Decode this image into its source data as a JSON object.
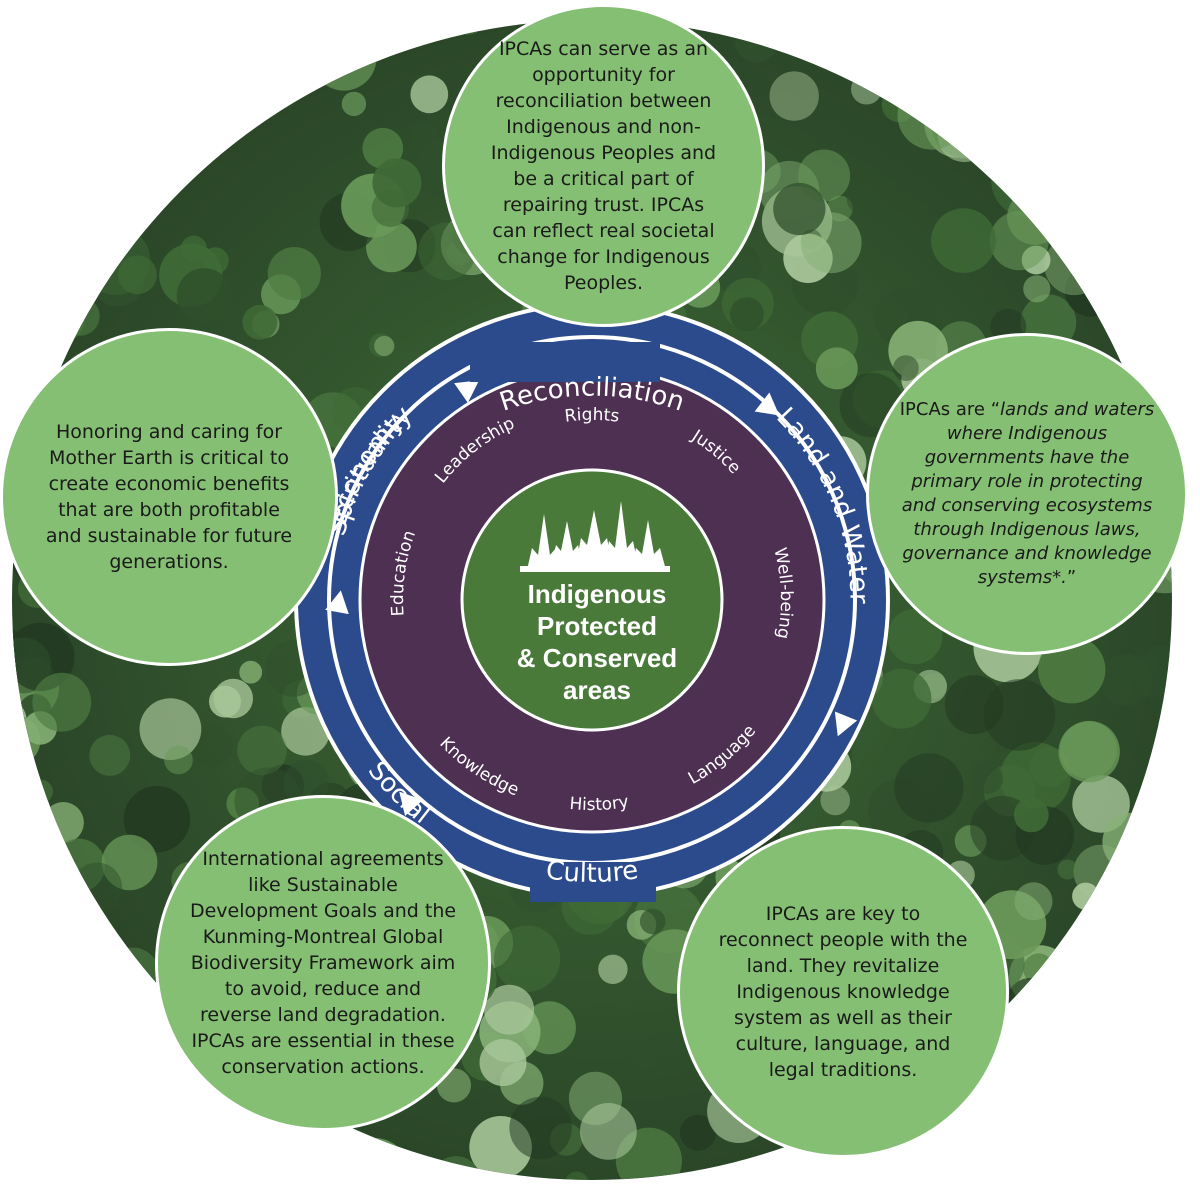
{
  "center": {
    "lines": [
      "Indigenous",
      "Protected",
      "& Conserved",
      "areas"
    ]
  },
  "outer_ring": {
    "labels": [
      "Reconciliation",
      "Land and Water",
      "Spirituality",
      "Culture",
      "Social",
      "Economy"
    ]
  },
  "inner_ring": {
    "labels": [
      "Rights",
      "Justice",
      "Well-being",
      "Language",
      "History",
      "Knowledge",
      "Education",
      "Leadership"
    ]
  },
  "bubbles": {
    "reconciliation": "IPCAs can serve as an opportunity for reconciliation between Indigenous and non-Indigenous Peoples and be a critical part of repairing trust. IPCAs can reflect real societal change for Indigenous Peoples.",
    "land_prefix": "IPCAs are “",
    "land_quote": "lands and waters where Indigenous governments have the primary role in protecting and conserving ecosystems through Indigenous laws, governance and knowledge systems*.",
    "land_suffix": "”",
    "economy": "Honoring and caring for Mother Earth is critical to create economic benefits that are both profitable and sustainable for future generations.",
    "social": "International agreements like Sustainable Development Goals and the Kunming-Montreal Global Biodiversity Framework aim to avoid, reduce and reverse land degradation. IPCAs are essential in these conservation actions.",
    "spirituality": "IPCAs are key to reconnect people with the land. They revitalize Indigenous knowledge system as well as their culture, language, and legal traditions."
  },
  "colors": {
    "forest_dark": "#233a22",
    "forest_mid": "#3f6a36",
    "forest_light": "#7aa46a",
    "outer_ring": "#2b4b8d",
    "inner_ring": "#4d3052",
    "center": "#4a7a3a",
    "bubble": "#85bf73"
  },
  "icons": [
    "tree-silhouette-icon",
    "arrow-icon"
  ]
}
